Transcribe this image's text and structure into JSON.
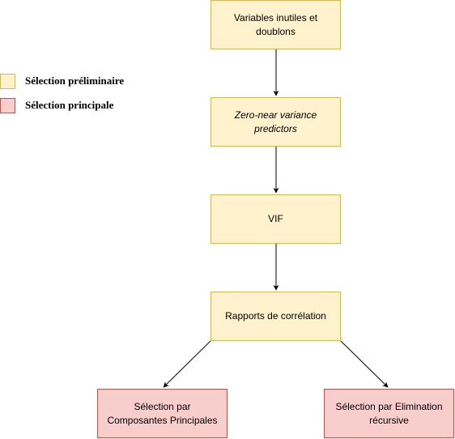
{
  "colors": {
    "preliminary_fill": "#fff2cc",
    "preliminary_border": "#d6b656",
    "principal_fill": "#f8cecc",
    "principal_border": "#b85450",
    "edge": "#000000"
  },
  "legend": {
    "preliminary": "Sélection préliminaire",
    "principal": "Sélection principale"
  },
  "nodes": {
    "variables": "Variables inutiles et doublons",
    "zero_variance": "Zero-near variance predictors",
    "vif": "VIF",
    "correlation": "Rapports de corrélation",
    "pca": "Sélection par Composantes Principales",
    "rfe": "Sélection par Elimination récursive"
  }
}
